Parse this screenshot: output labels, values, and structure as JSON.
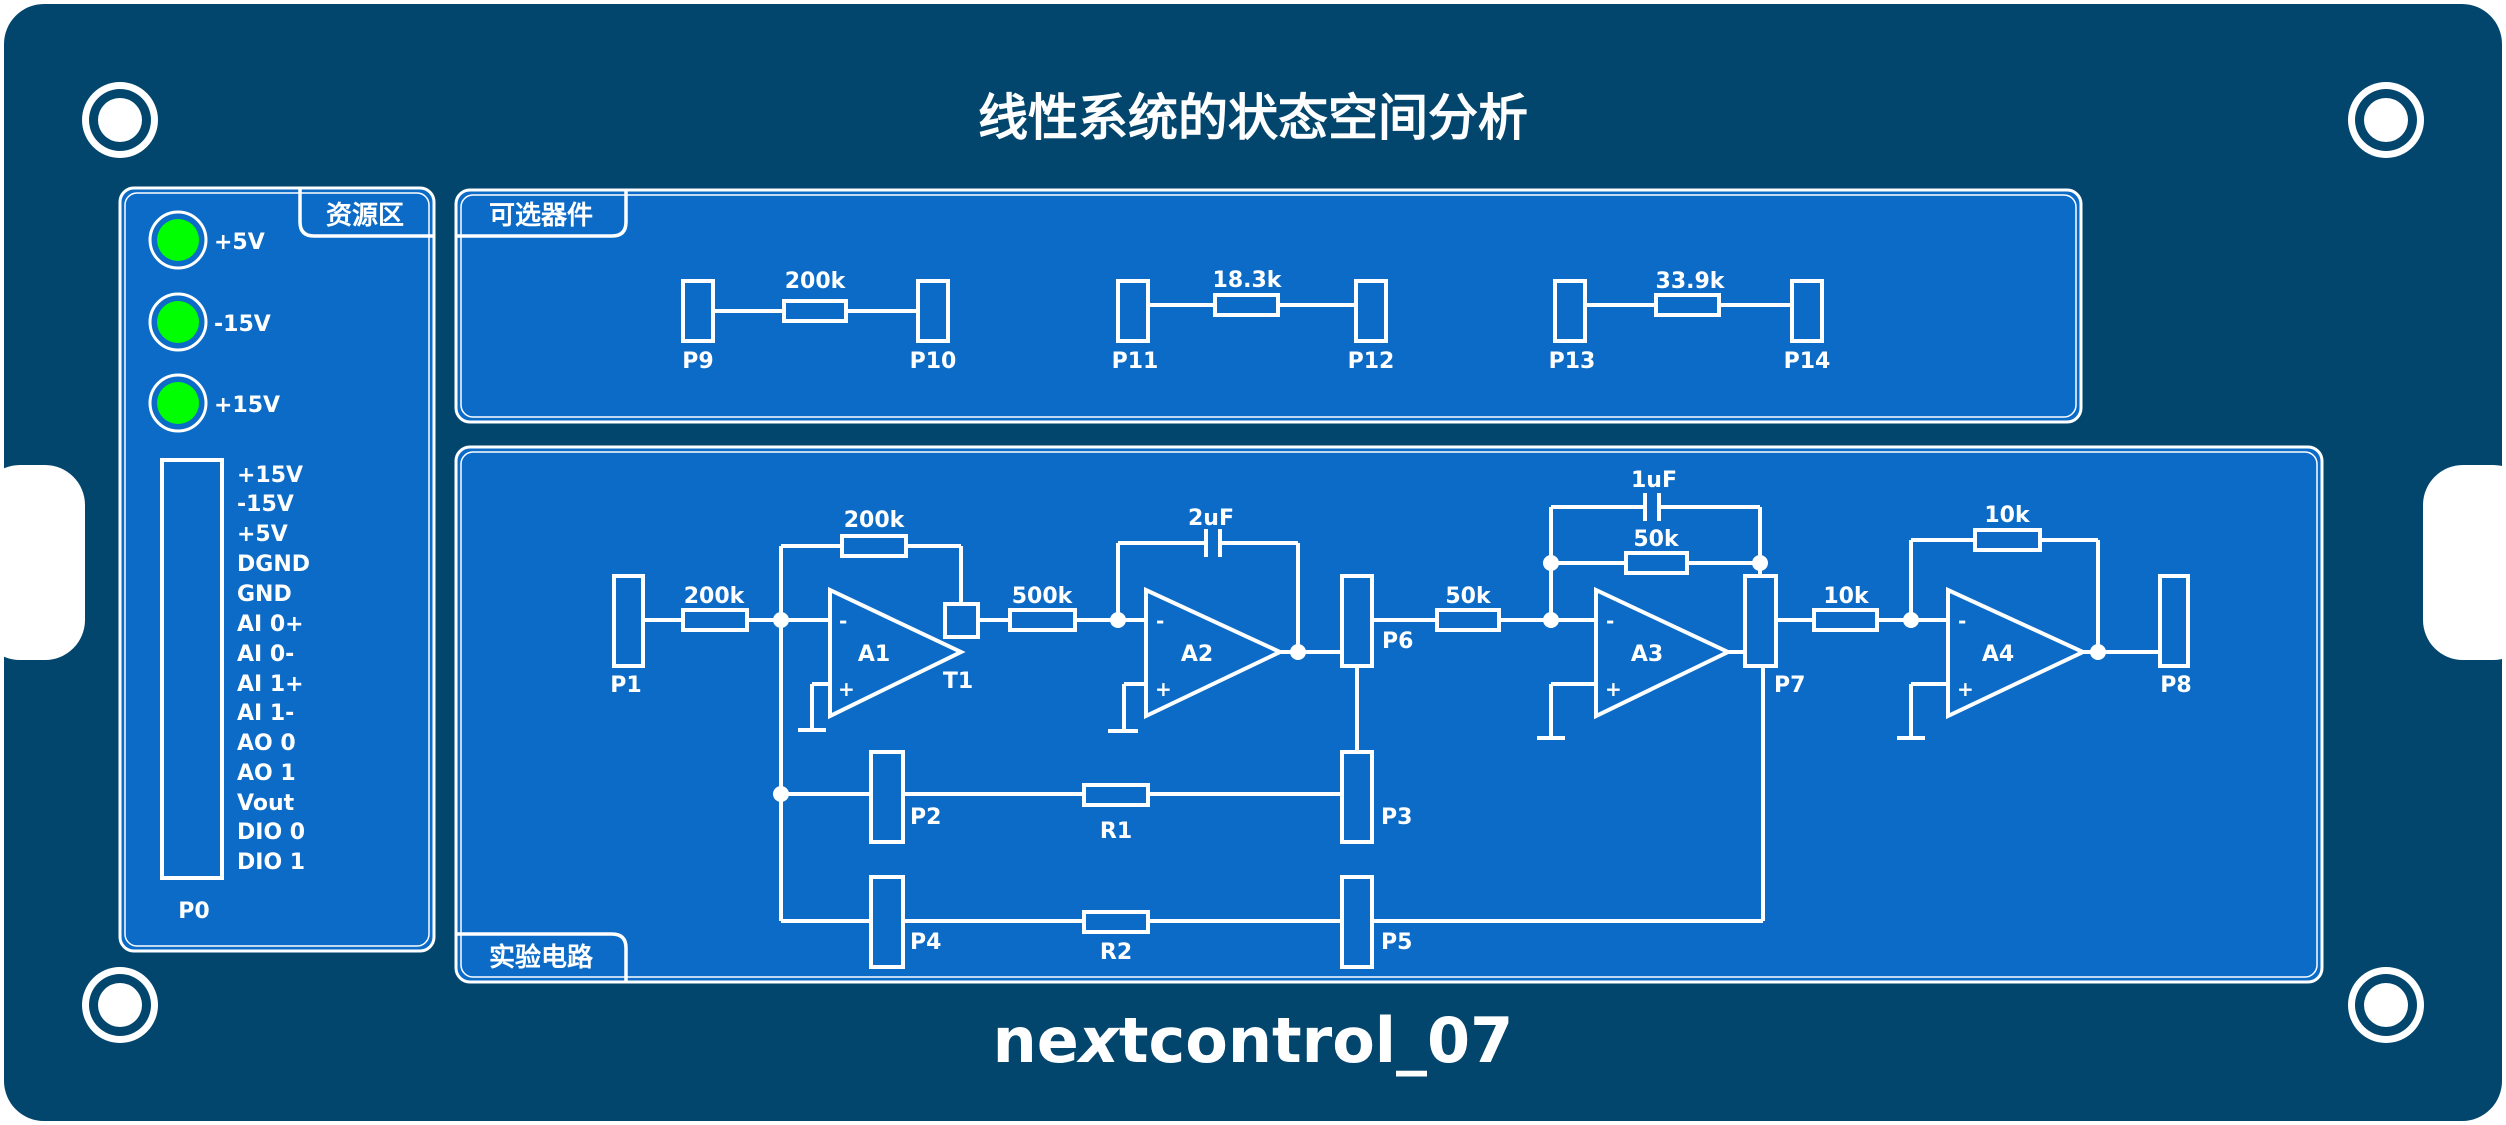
{
  "title": "线性系统的状态空间分析",
  "brand": {
    "part1": "ne",
    "x": "x",
    "part2": "tcontrol",
    "underscore": "_",
    "num": "07"
  },
  "colors": {
    "board": "#03466d",
    "panel": "#0b6bc7",
    "led": "#00ff00",
    "line": "#ffffff"
  },
  "resource": {
    "title": "资源区",
    "leds": [
      "+5V",
      "-15V",
      "+15V"
    ],
    "pins": [
      "+15V",
      "-15V",
      "+5V",
      "DGND",
      "GND",
      "AI 0+",
      "AI 0-",
      "AI 1+",
      "AI 1-",
      "AO 0",
      "AO 1",
      "Vout",
      "DIO 0",
      "DIO 1"
    ],
    "connector": "P0"
  },
  "optional": {
    "title": "可选器件",
    "parts": [
      {
        "value": "200k",
        "left": "P9",
        "right": "P10"
      },
      {
        "value": "18.3k",
        "left": "P11",
        "right": "P12"
      },
      {
        "value": "33.9k",
        "left": "P13",
        "right": "P14"
      }
    ]
  },
  "circuit": {
    "title": "实验电路",
    "labels": {
      "r_in1": "200k",
      "r_fb1": "200k",
      "r_12": "500k",
      "c2": "2uF",
      "r_in3": "50k",
      "c3": "1uF",
      "r_fb3": "50k",
      "r_in4": "10k",
      "r_fb4": "10k",
      "r1": "R1",
      "r2": "R2"
    },
    "opamps": [
      "A1",
      "A2",
      "A3",
      "A4"
    ],
    "minus": "-",
    "plus": "+",
    "ports": [
      "P1",
      "T1",
      "P6",
      "P7",
      "P8",
      "P2",
      "P3",
      "P4",
      "P5"
    ]
  }
}
